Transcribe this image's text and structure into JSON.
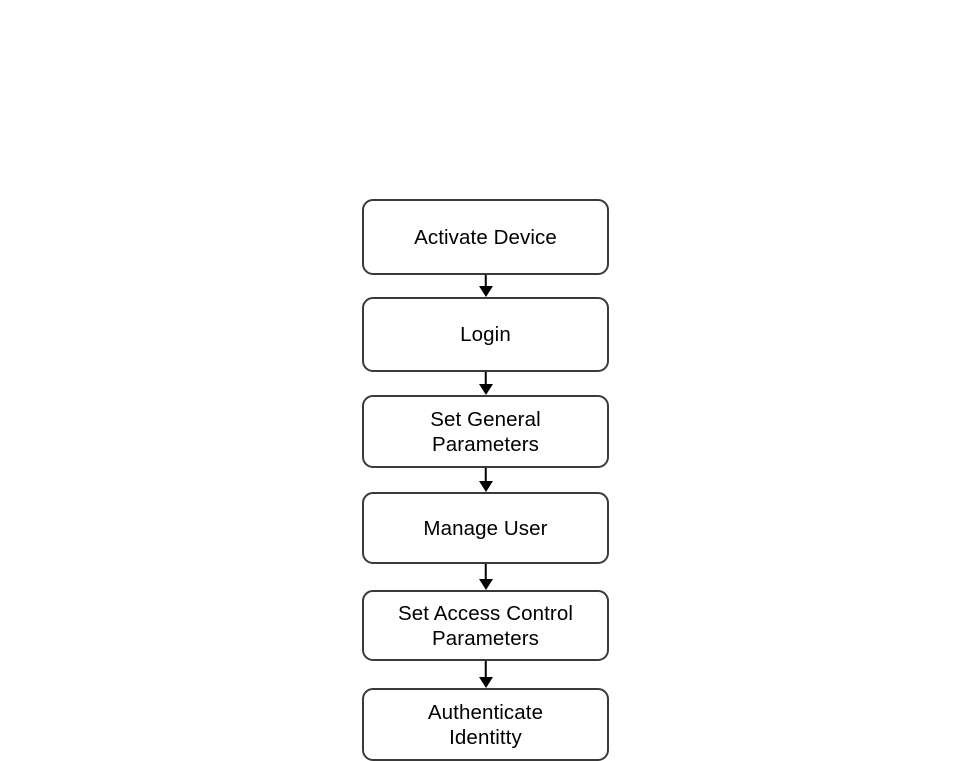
{
  "diagram": {
    "type": "flowchart",
    "orientation": "vertical",
    "background_color": "#ffffff",
    "node_border_color": "#3a3a3a",
    "node_fill_color": "#ffffff",
    "text_color": "#000000",
    "arrow_color": "#000000",
    "nodes": [
      {
        "id": "activate-device",
        "label": "Activate Device"
      },
      {
        "id": "login",
        "label": "Login"
      },
      {
        "id": "set-general-parameters",
        "label": "Set General\nParameters"
      },
      {
        "id": "manage-user",
        "label": "Manage User"
      },
      {
        "id": "set-access-control-parameters",
        "label": "Set Access Control\nParameters"
      },
      {
        "id": "authenticate-identitty",
        "label": "Authenticate\nIdentitty"
      }
    ],
    "edges": [
      {
        "from": "activate-device",
        "to": "login",
        "arrow": "down"
      },
      {
        "from": "login",
        "to": "set-general-parameters",
        "arrow": "down"
      },
      {
        "from": "set-general-parameters",
        "to": "manage-user",
        "arrow": "down"
      },
      {
        "from": "manage-user",
        "to": "set-access-control-parameters",
        "arrow": "down"
      },
      {
        "from": "set-access-control-parameters",
        "to": "authenticate-identitty",
        "arrow": "down"
      }
    ]
  }
}
